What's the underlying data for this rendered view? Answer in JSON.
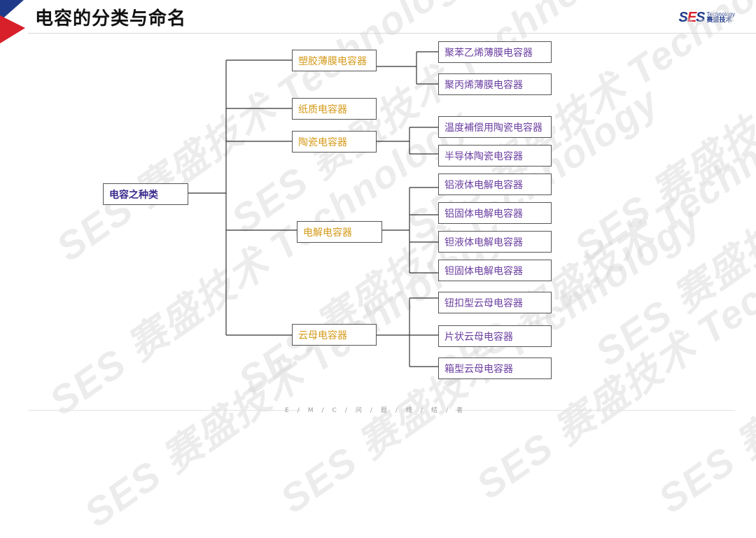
{
  "title": "电容的分类与命名",
  "brand": {
    "mark_left": "S",
    "mark_mid": "E",
    "mark_right": "S",
    "en": "Technology",
    "cn": "赛盛技术"
  },
  "watermark": "SES 赛盛技术 Technology",
  "colors": {
    "root_text": "#3a2a8c",
    "mid_text": "#d59a1a",
    "leaf_text": "#6b3fa0",
    "accent_red": "#d8202a",
    "accent_blue": "#203a8a"
  },
  "tree": {
    "root": "电容之种类",
    "categories": [
      {
        "label": "塑胶薄膜电容器",
        "children": [
          "聚苯乙烯薄膜电容器",
          "聚丙烯薄膜电容器"
        ]
      },
      {
        "label": "纸质电容器",
        "children": []
      },
      {
        "label": "陶瓷电容器",
        "children": [
          "温度補偿用陶瓷电容器",
          "半导体陶瓷电容器"
        ]
      },
      {
        "label": "电解电容器",
        "children": [
          "铝液体电解电容器",
          "铝固体电解电容器",
          "钽液体电解电容器",
          "钽固体电解电容器"
        ]
      },
      {
        "label": "云母电容器",
        "children": [
          "钮扣型云母电容器",
          "片状云母电容器",
          "箱型云母电容器"
        ]
      }
    ]
  },
  "footer": "E/M/C/问/题/终/结/者"
}
